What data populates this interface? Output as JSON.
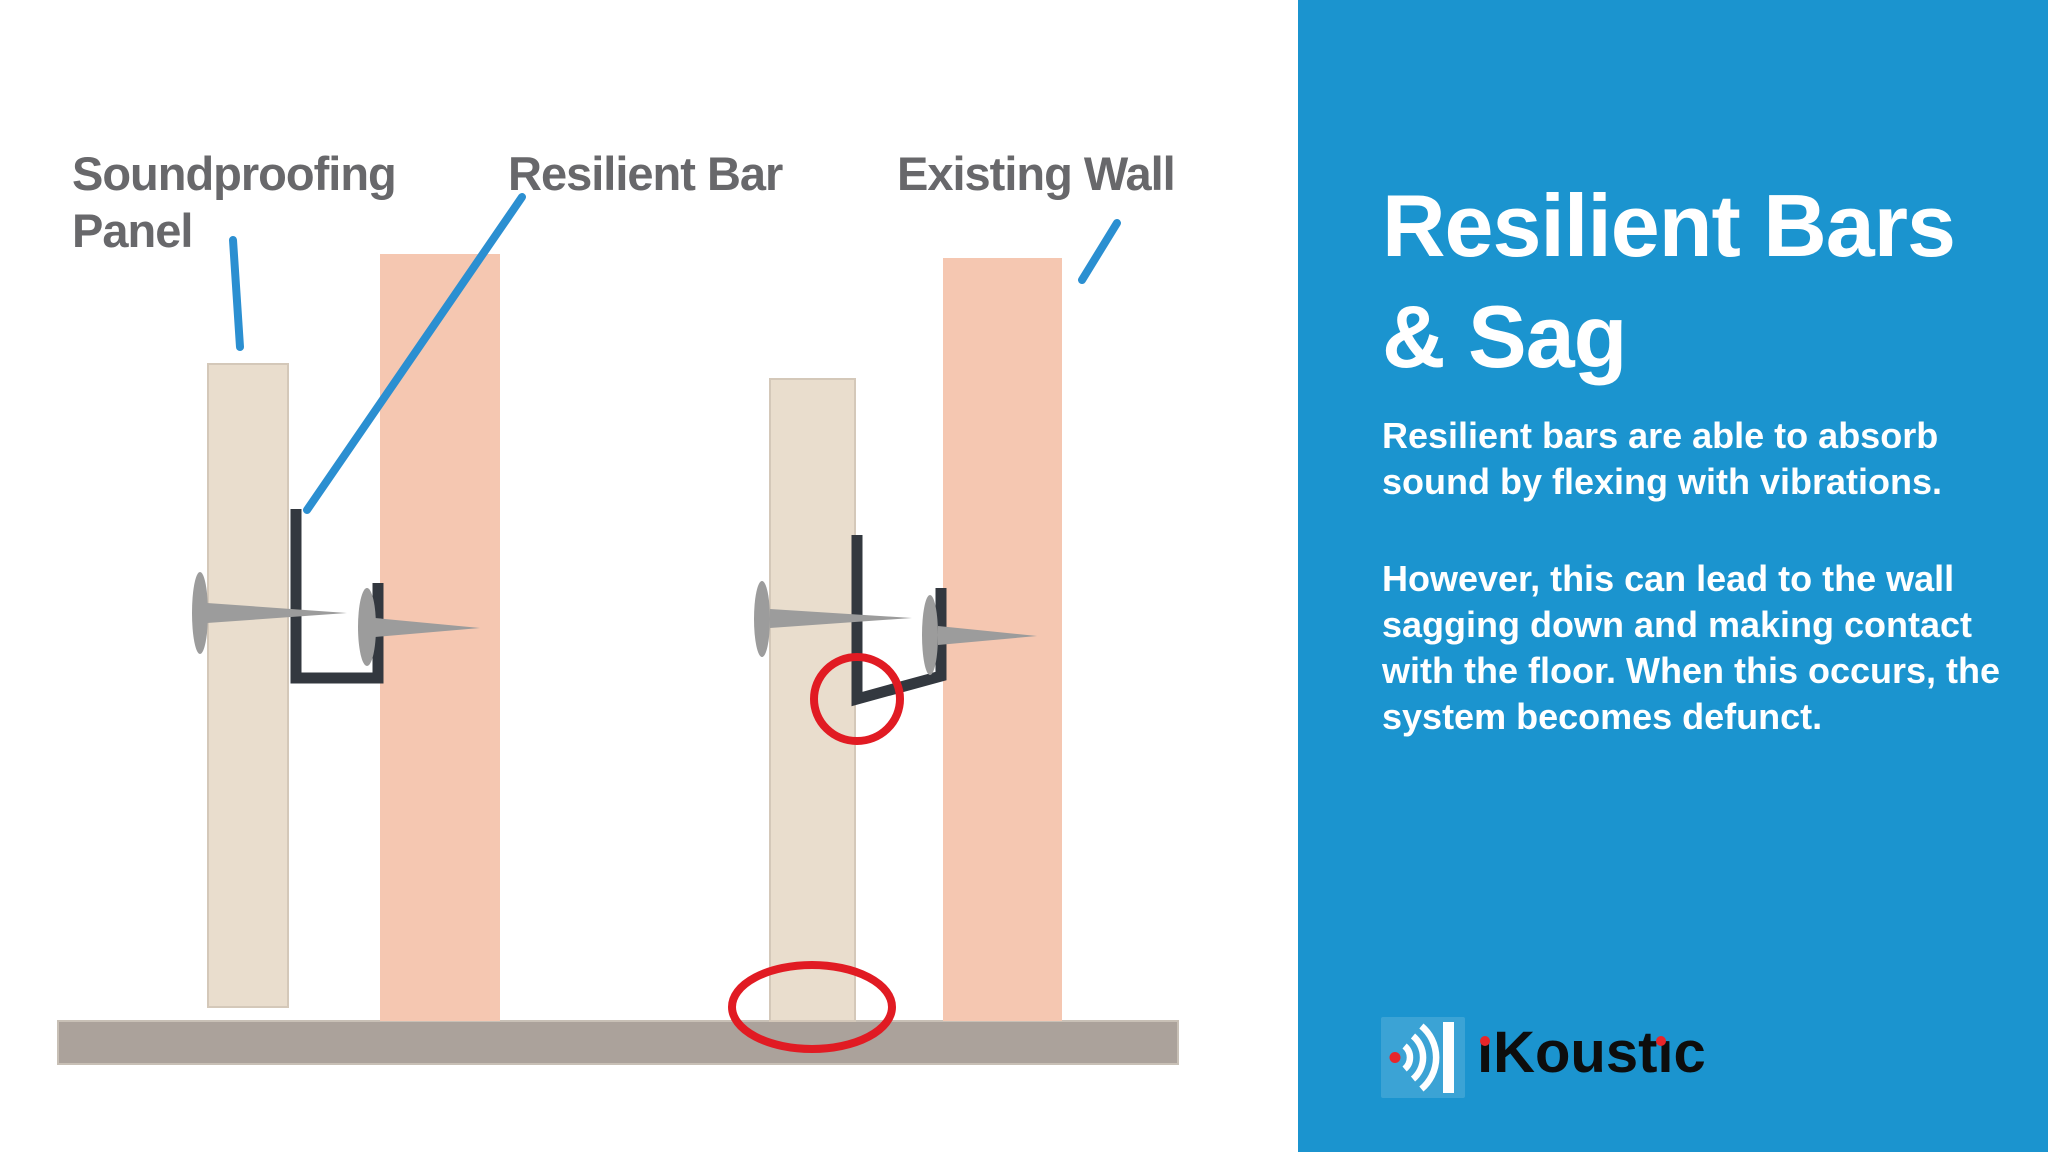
{
  "diagram": {
    "labels": {
      "soundproofing_panel": "Soundproofing\nPanel",
      "resilient_bar": "Resilient Bar",
      "existing_wall": "Existing Wall"
    },
    "colors": {
      "soundproofing_panel_fill": "#e9ddcd",
      "existing_wall_fill": "#f5c7b1",
      "floor_fill": "#aba29b",
      "resilient_bar_stroke": "#33383f",
      "screw_fill": "#9c9c9c",
      "sag_highlight_red": "#e11b23",
      "pointer_line_blue": "#2b8fd1",
      "label_gray": "#68686b"
    }
  },
  "sidebar": {
    "background_color": "#1b94cf",
    "title": "Resilient Bars\n& Sag",
    "paragraph1": "Resilient bars are able to absorb\nsound by flexing with vibrations.",
    "paragraph2": "However, this can lead to the wall\nsagging down and making contact\nwith the floor. When this occurs, the\nsystem becomes defunct.",
    "logo": {
      "brand": "iKoustic",
      "brand_display": "ıKoustıc",
      "accent_red": "#e8252a"
    }
  }
}
